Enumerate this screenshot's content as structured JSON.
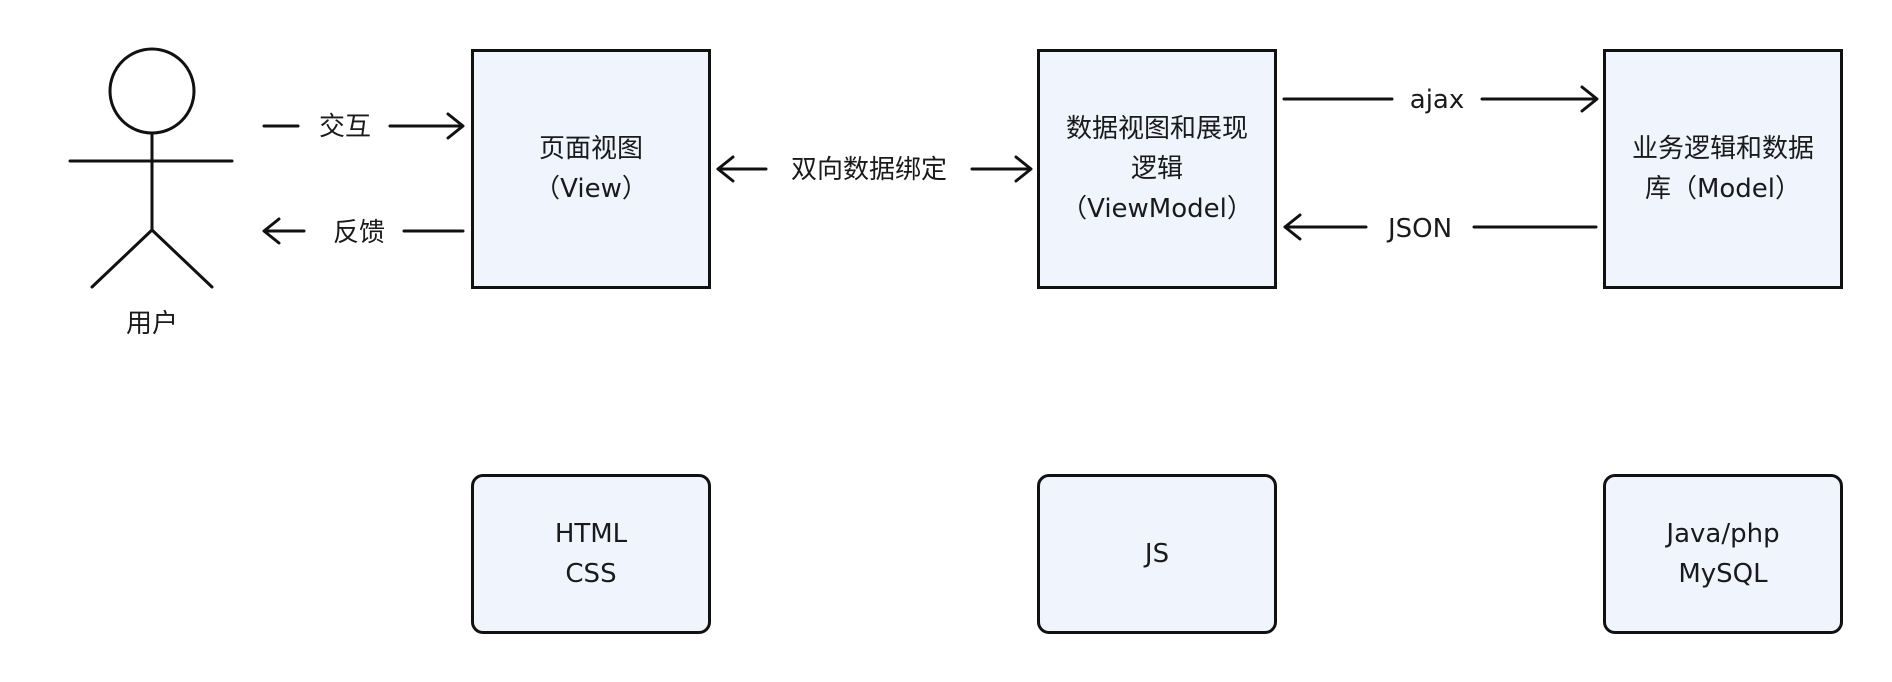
{
  "user": {
    "label": "用户"
  },
  "arrows": {
    "interact": "交互",
    "feedback": "反馈",
    "binding": "双向数据绑定",
    "ajax": "ajax",
    "json": "JSON"
  },
  "layers": [
    {
      "lines": [
        "页面视图",
        "（View）"
      ],
      "tech": [
        "HTML",
        "CSS"
      ]
    },
    {
      "lines": [
        "数据视图和展现",
        "逻辑",
        "（ViewModel）"
      ],
      "tech": [
        "JS"
      ]
    },
    {
      "lines": [
        "业务逻辑和数据",
        "库（Model）"
      ],
      "tech": [
        "Java/php",
        "MySQL"
      ]
    }
  ]
}
